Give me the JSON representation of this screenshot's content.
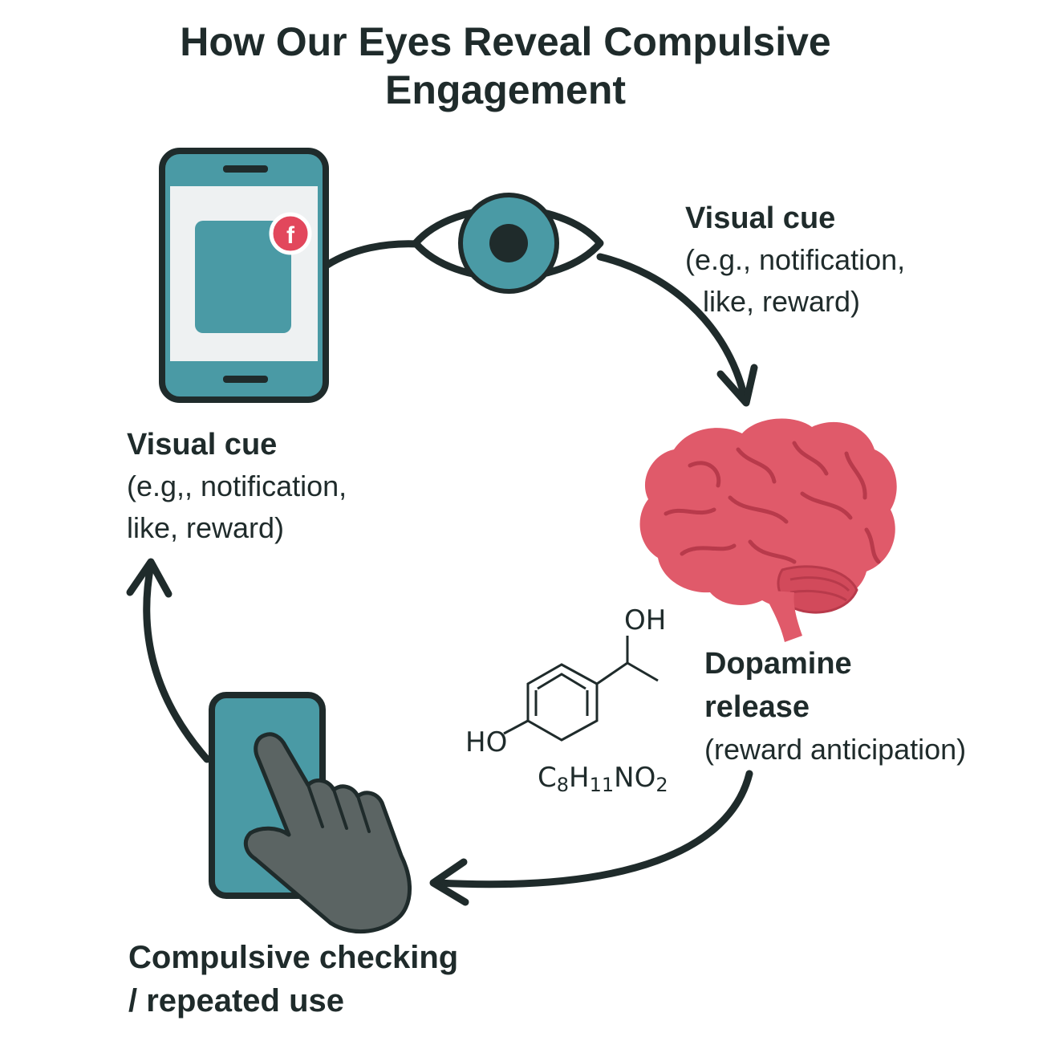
{
  "title": {
    "line1": "How Our Eyes Reveal Compulsive",
    "line2": "Engagement"
  },
  "steps": {
    "visual_cue_right": {
      "head": "Visual cue",
      "sub1": "(e.g., notification,",
      "sub2": "like, reward)"
    },
    "visual_cue_left": {
      "head": "Visual cue",
      "sub1": "(e.g,, notification,",
      "sub2": "like, reward)"
    },
    "dopamine": {
      "head1": "Dopamine",
      "head2": "release",
      "sub": "(reward anticipation)"
    },
    "compulsive": {
      "head1": "Compulsive checking",
      "head2": "/ repeated use"
    }
  },
  "molecule": {
    "oh_top": "OH",
    "ho_left": "HO",
    "formula": "C8H11NO2"
  },
  "notification_badge": "f",
  "icons": [
    "smartphone-icon",
    "eye-icon",
    "brain-icon",
    "molecule-icon",
    "tapping-hand-icon"
  ],
  "colors": {
    "teal": "#4a9aa5",
    "outline": "#1f2b2b",
    "brain": "#e05a6a",
    "hand": "#5b6463",
    "badge": "#e2475c"
  }
}
